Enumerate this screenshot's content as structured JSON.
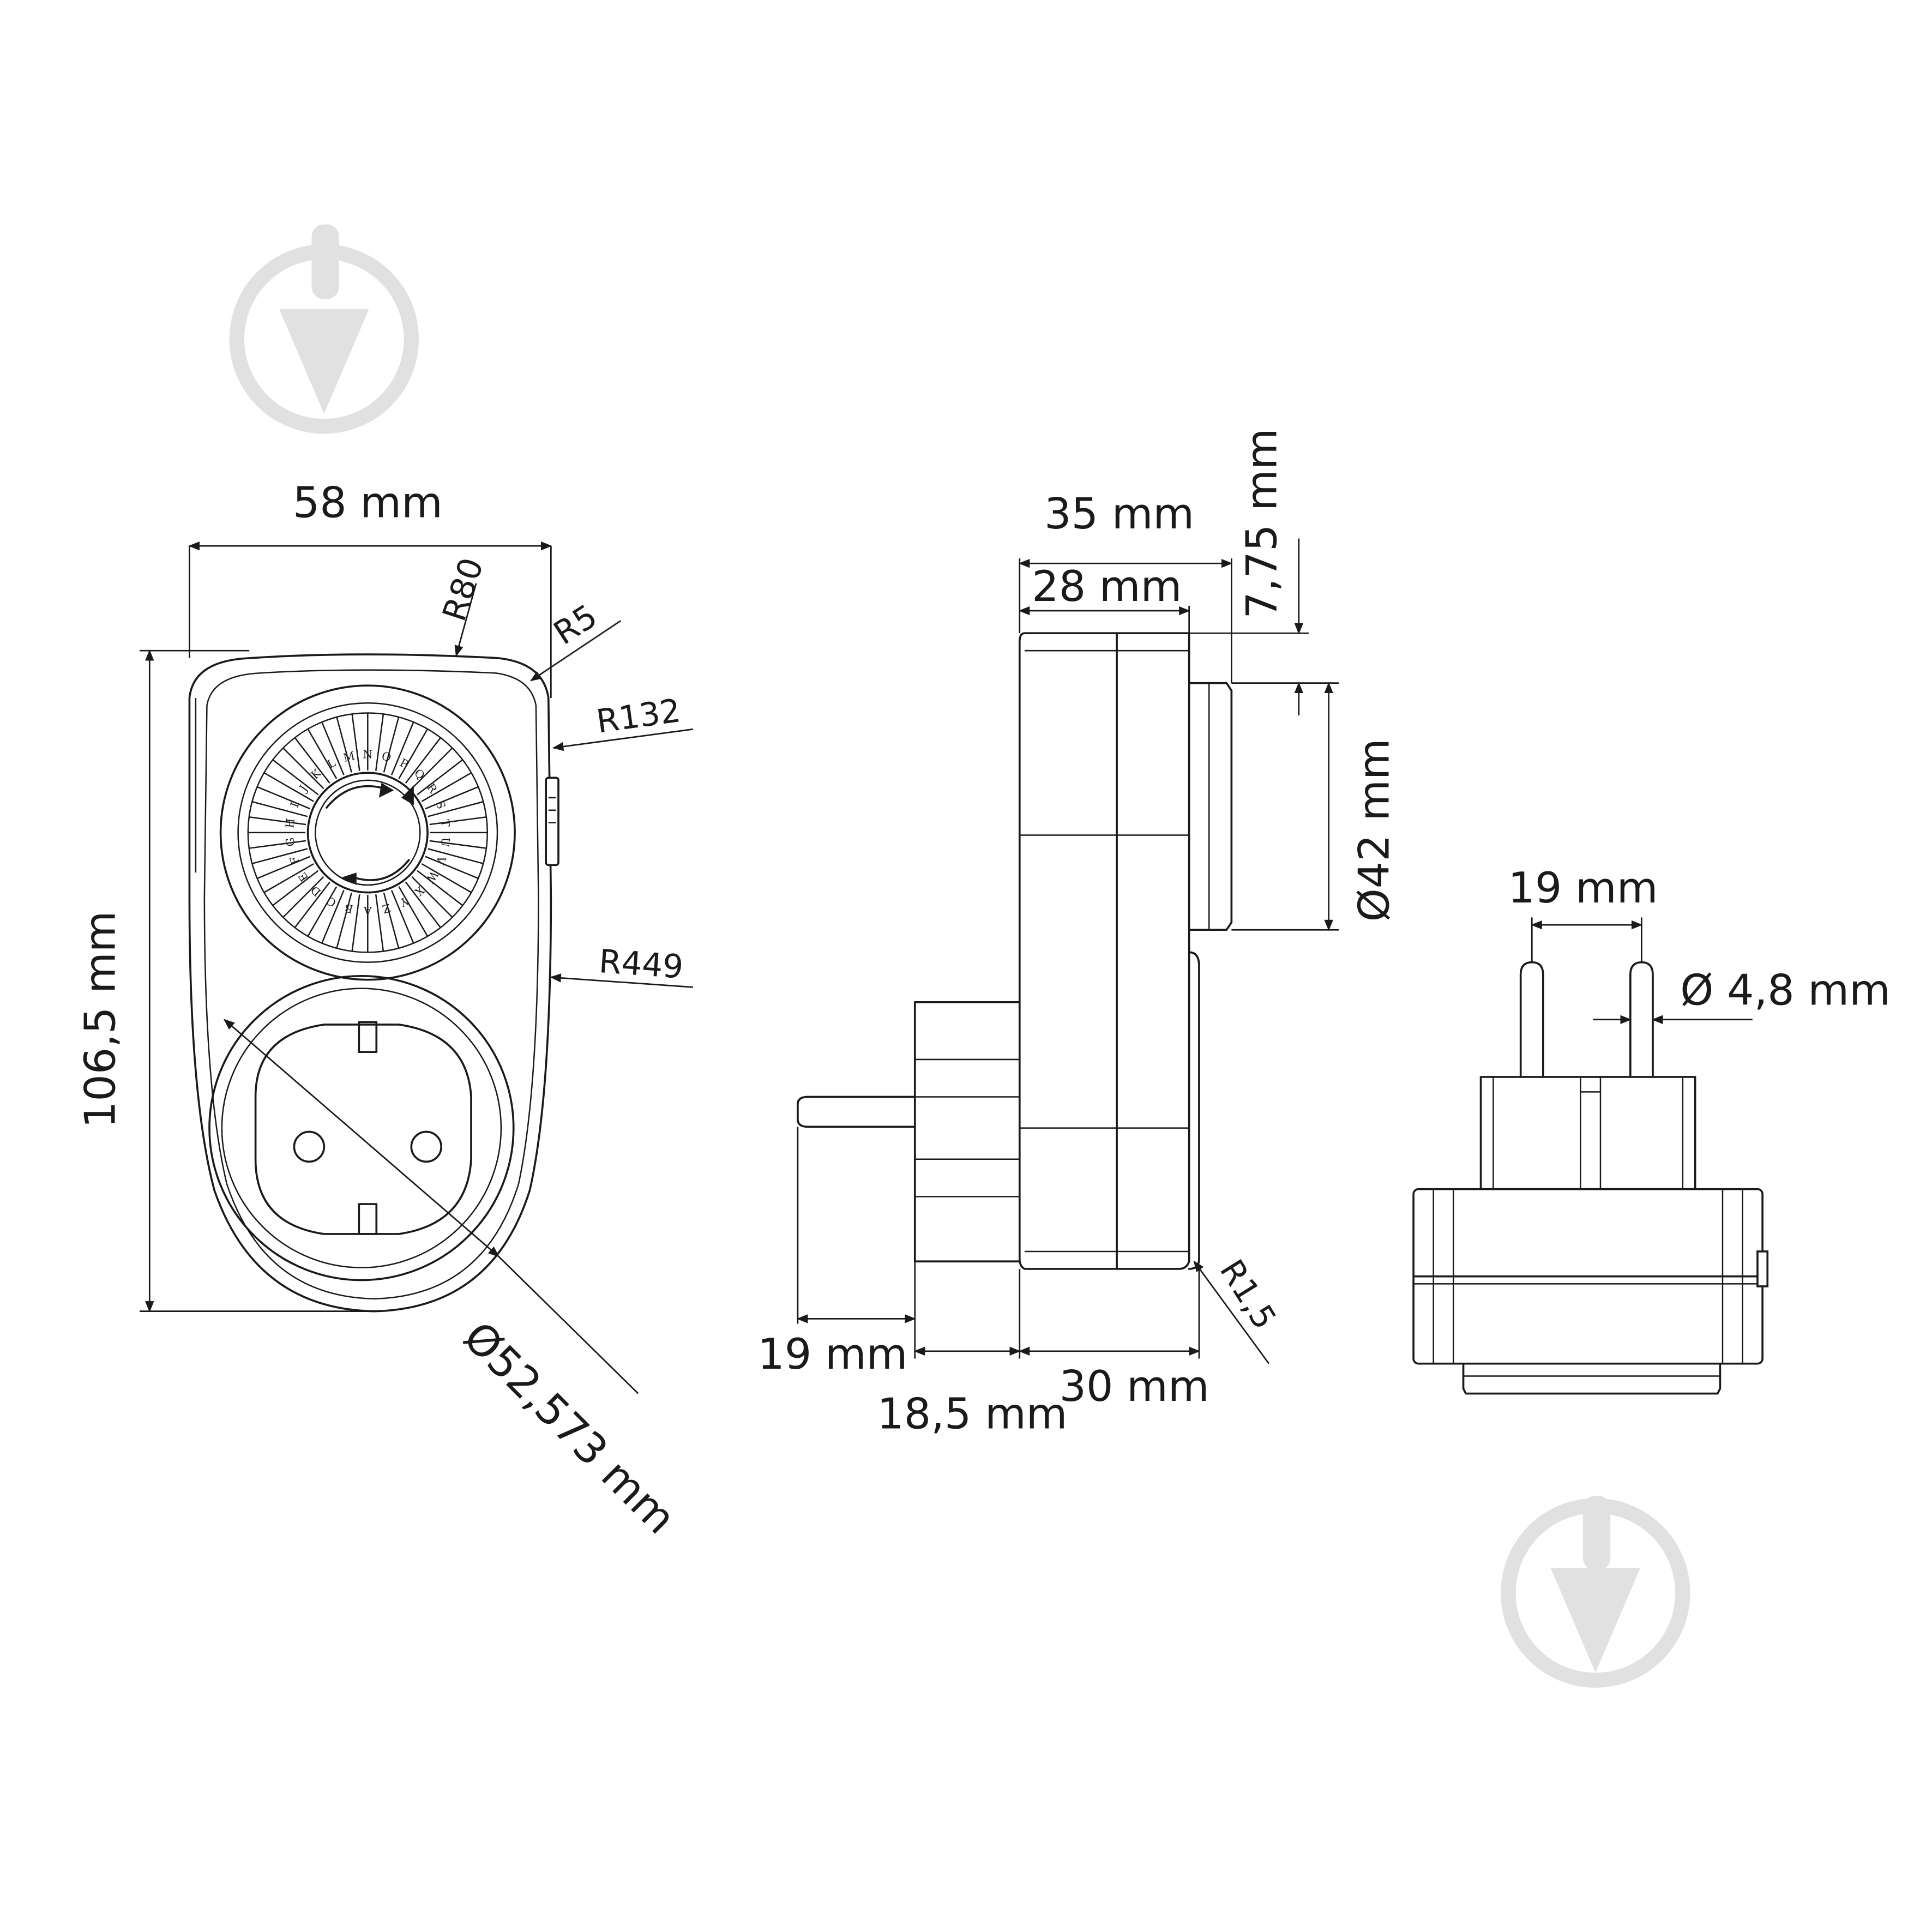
{
  "front_view": {
    "width_label": "58 mm",
    "height_label": "106,5 mm",
    "radius_top_label": "R80",
    "radius_corner_label": "R5",
    "radius_side_upper_label": "R132",
    "radius_side_lower_label": "R449",
    "socket_diameter_label": "Ø52,573 mm"
  },
  "side_view": {
    "depth_total_label": "35 mm",
    "depth_body_label": "28 mm",
    "dial_offset_label": "7,75 mm",
    "dial_diameter_label": "Ø42 mm",
    "corner_radius_label": "R1,5",
    "pin_length_label": "19 mm",
    "plug_base_label": "18,5 mm",
    "body_depth_label": "30 mm"
  },
  "plug_view": {
    "pin_spacing_label": "19 mm",
    "pin_diameter_label": "Ø 4,8 mm"
  },
  "dial_ring_text": "NOPQRSTUVWXYZABCDEFGHIJKLM",
  "watermark": {
    "icon": "drop-pin-icon",
    "color": "#e1e1e1"
  }
}
